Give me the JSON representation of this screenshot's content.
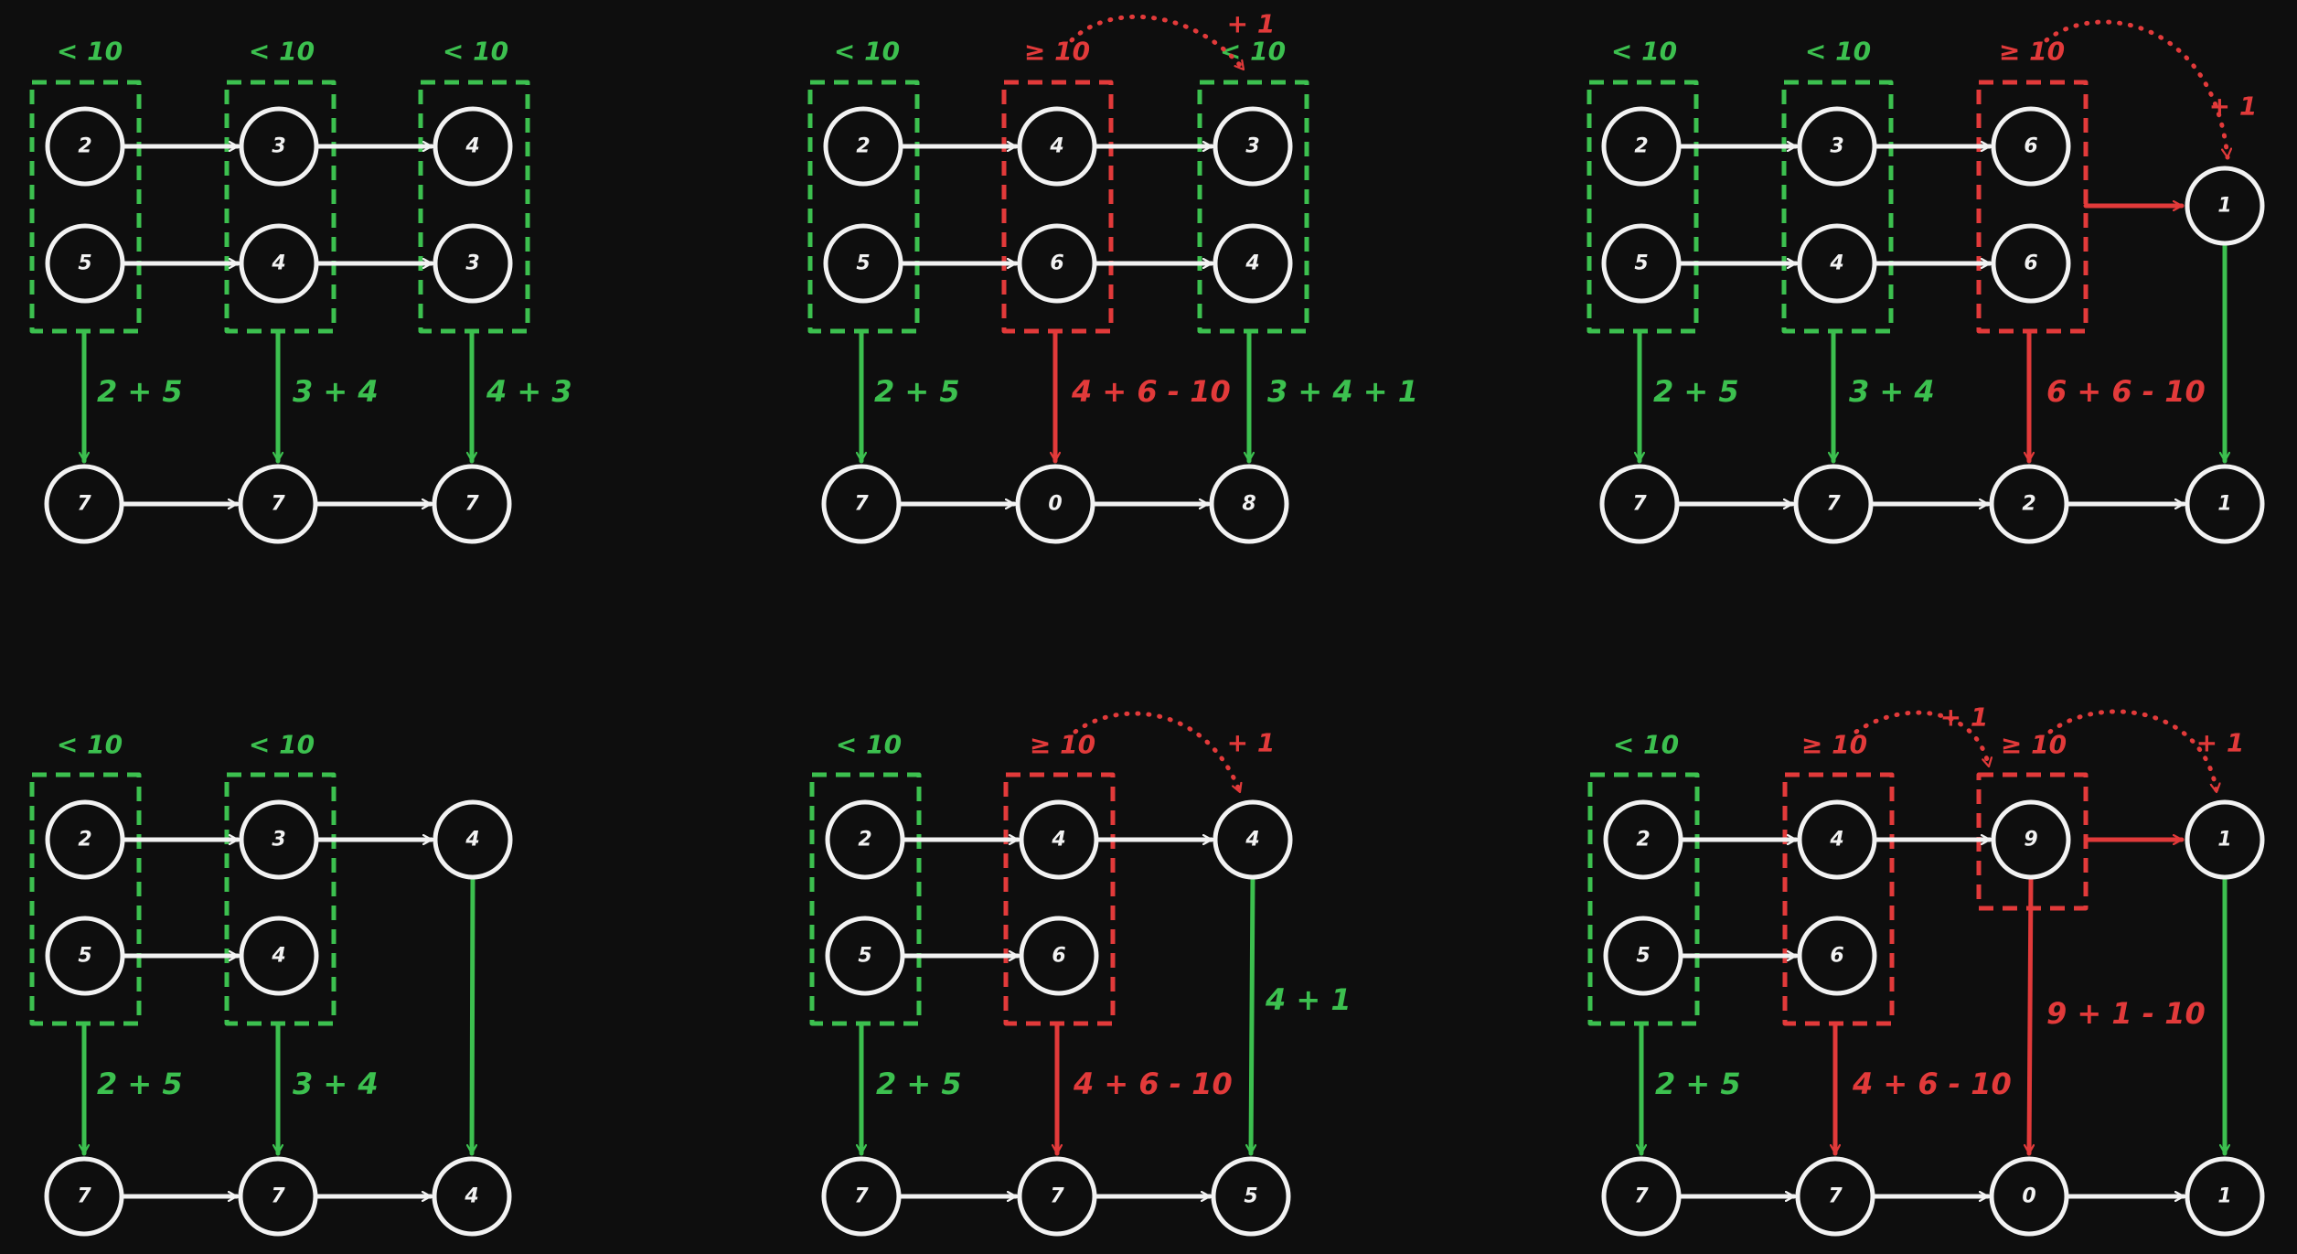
{
  "colors": {
    "background": "#0e0e0e",
    "white": "#f2f2f2",
    "green": "#3cc04f",
    "red": "#e23a3a"
  },
  "panels": [
    {
      "nodes": [
        {
          "id": "a1",
          "label": "2"
        },
        {
          "id": "b1",
          "label": "3"
        },
        {
          "id": "c1",
          "label": "4"
        },
        {
          "id": "a2",
          "label": "5"
        },
        {
          "id": "b2",
          "label": "4"
        },
        {
          "id": "c2",
          "label": "3"
        },
        {
          "id": "r1",
          "label": "7"
        },
        {
          "id": "r2",
          "label": "7"
        },
        {
          "id": "r3",
          "label": "7"
        }
      ],
      "boxes": [
        {
          "id": "g1",
          "label": "< 10",
          "color": "green"
        },
        {
          "id": "g2",
          "label": "< 10",
          "color": "green"
        },
        {
          "id": "g3",
          "label": "< 10",
          "color": "green"
        }
      ],
      "sums": [
        {
          "id": "s1",
          "label": "2 + 5",
          "color": "green"
        },
        {
          "id": "s2",
          "label": "3 + 4",
          "color": "green"
        },
        {
          "id": "s3",
          "label": "4 + 3",
          "color": "green"
        }
      ],
      "carries": []
    },
    {
      "nodes": [
        {
          "id": "a1",
          "label": "2"
        },
        {
          "id": "b1",
          "label": "4"
        },
        {
          "id": "c1",
          "label": "3"
        },
        {
          "id": "a2",
          "label": "5"
        },
        {
          "id": "b2",
          "label": "6"
        },
        {
          "id": "c2",
          "label": "4"
        },
        {
          "id": "r1",
          "label": "7"
        },
        {
          "id": "r2",
          "label": "0"
        },
        {
          "id": "r3",
          "label": "8"
        }
      ],
      "boxes": [
        {
          "id": "g1",
          "label": "< 10",
          "color": "green"
        },
        {
          "id": "g2",
          "label": "≥ 10",
          "color": "red"
        },
        {
          "id": "g3",
          "label": "< 10",
          "color": "green"
        }
      ],
      "sums": [
        {
          "id": "s1",
          "label": "2 + 5",
          "color": "green"
        },
        {
          "id": "s2",
          "label": "4 + 6 - 10",
          "color": "red"
        },
        {
          "id": "s3",
          "label": "3 + 4 + 1",
          "color": "green"
        }
      ],
      "carries": [
        {
          "id": "k1",
          "label": "+ 1"
        }
      ]
    },
    {
      "nodes": [
        {
          "id": "a1",
          "label": "2"
        },
        {
          "id": "b1",
          "label": "3"
        },
        {
          "id": "c1",
          "label": "6"
        },
        {
          "id": "a2",
          "label": "5"
        },
        {
          "id": "b2",
          "label": "4"
        },
        {
          "id": "c2",
          "label": "6"
        },
        {
          "id": "x",
          "label": "1"
        },
        {
          "id": "r1",
          "label": "7"
        },
        {
          "id": "r2",
          "label": "7"
        },
        {
          "id": "r3",
          "label": "2"
        },
        {
          "id": "r4",
          "label": "1"
        }
      ],
      "boxes": [
        {
          "id": "g1",
          "label": "< 10",
          "color": "green"
        },
        {
          "id": "g2",
          "label": "< 10",
          "color": "green"
        },
        {
          "id": "g3",
          "label": "≥ 10",
          "color": "red"
        }
      ],
      "sums": [
        {
          "id": "s1",
          "label": "2 + 5",
          "color": "green"
        },
        {
          "id": "s2",
          "label": "3 + 4",
          "color": "green"
        },
        {
          "id": "s3",
          "label": "6 + 6 - 10",
          "color": "red"
        }
      ],
      "carries": [
        {
          "id": "k1",
          "label": "+ 1"
        }
      ]
    },
    {
      "nodes": [
        {
          "id": "a1",
          "label": "2"
        },
        {
          "id": "b1",
          "label": "3"
        },
        {
          "id": "c1",
          "label": "4"
        },
        {
          "id": "a2",
          "label": "5"
        },
        {
          "id": "b2",
          "label": "4"
        },
        {
          "id": "r1",
          "label": "7"
        },
        {
          "id": "r2",
          "label": "7"
        },
        {
          "id": "r3",
          "label": "4"
        }
      ],
      "boxes": [
        {
          "id": "g1",
          "label": "< 10",
          "color": "green"
        },
        {
          "id": "g2",
          "label": "< 10",
          "color": "green"
        }
      ],
      "sums": [
        {
          "id": "s1",
          "label": "2 + 5",
          "color": "green"
        },
        {
          "id": "s2",
          "label": "3 + 4",
          "color": "green"
        }
      ],
      "carries": []
    },
    {
      "nodes": [
        {
          "id": "a1",
          "label": "2"
        },
        {
          "id": "b1",
          "label": "4"
        },
        {
          "id": "c1",
          "label": "4"
        },
        {
          "id": "a2",
          "label": "5"
        },
        {
          "id": "b2",
          "label": "6"
        },
        {
          "id": "r1",
          "label": "7"
        },
        {
          "id": "r2",
          "label": "7"
        },
        {
          "id": "r3",
          "label": "5"
        }
      ],
      "boxes": [
        {
          "id": "g1",
          "label": "< 10",
          "color": "green"
        },
        {
          "id": "g2",
          "label": "≥ 10",
          "color": "red"
        }
      ],
      "sums": [
        {
          "id": "s1",
          "label": "2 + 5",
          "color": "green"
        },
        {
          "id": "s2",
          "label": "4 + 6 - 10",
          "color": "red"
        },
        {
          "id": "s3",
          "label": "4 + 1",
          "color": "green"
        }
      ],
      "carries": [
        {
          "id": "k1",
          "label": "+ 1"
        }
      ]
    },
    {
      "nodes": [
        {
          "id": "a1",
          "label": "2"
        },
        {
          "id": "b1",
          "label": "4"
        },
        {
          "id": "c1",
          "label": "9"
        },
        {
          "id": "a2",
          "label": "5"
        },
        {
          "id": "b2",
          "label": "6"
        },
        {
          "id": "x",
          "label": "1"
        },
        {
          "id": "r1",
          "label": "7"
        },
        {
          "id": "r2",
          "label": "7"
        },
        {
          "id": "r3",
          "label": "0"
        },
        {
          "id": "r4",
          "label": "1"
        }
      ],
      "boxes": [
        {
          "id": "g1",
          "label": "< 10",
          "color": "green"
        },
        {
          "id": "g2",
          "label": "≥ 10",
          "color": "red"
        },
        {
          "id": "g3",
          "label": "≥ 10",
          "color": "red"
        }
      ],
      "sums": [
        {
          "id": "s1",
          "label": "2 + 5",
          "color": "green"
        },
        {
          "id": "s2",
          "label": "4 + 6 - 10",
          "color": "red"
        },
        {
          "id": "s3",
          "label": "9 + 1 - 10",
          "color": "red"
        }
      ],
      "carries": [
        {
          "id": "k1",
          "label": "+ 1"
        },
        {
          "id": "k2",
          "label": "+ 1"
        }
      ]
    }
  ]
}
